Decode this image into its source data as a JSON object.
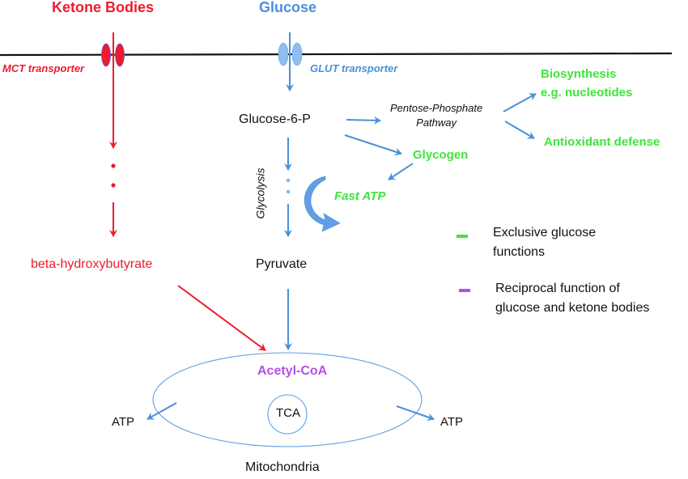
{
  "colors": {
    "ketone": "#ee1b2e",
    "glucose": "#4a90d9",
    "exclusive_glucose": "#3de63a",
    "reciprocal": "#b44fe6",
    "text": "#111111",
    "membrane": "#111111"
  },
  "headers": {
    "ketone_bodies": "Ketone Bodies",
    "glucose": "Glucose"
  },
  "transporters": {
    "mct": "MCT transporter",
    "glut": "GLUT transporter"
  },
  "nodes": {
    "glucose_6_p": "Glucose-6-P",
    "pentose_phosphate": [
      "Pentose-Phosphate",
      "Pathway"
    ],
    "biosynthesis": [
      "Biosynthesis",
      "e.g. nucleotides"
    ],
    "antioxidant": "Antioxidant defense",
    "glycogen": "Glycogen",
    "fast_atp": "Fast ATP",
    "glycolysis": "Glycolysis",
    "pyruvate": "Pyruvate",
    "bhb": "beta-hydroxybutyrate",
    "acetyl_coa": "Acetyl-CoA",
    "tca": "TCA",
    "atp_left": "ATP",
    "atp_right": "ATP",
    "mitochondria": "Mitochondria"
  },
  "legend": [
    {
      "color_key": "exclusive_glucose",
      "lines": [
        "Exclusive glucose",
        "functions"
      ]
    },
    {
      "color_key": "reciprocal",
      "lines": [
        "Reciprocal function of",
        "glucose and ketone bodies"
      ]
    }
  ]
}
